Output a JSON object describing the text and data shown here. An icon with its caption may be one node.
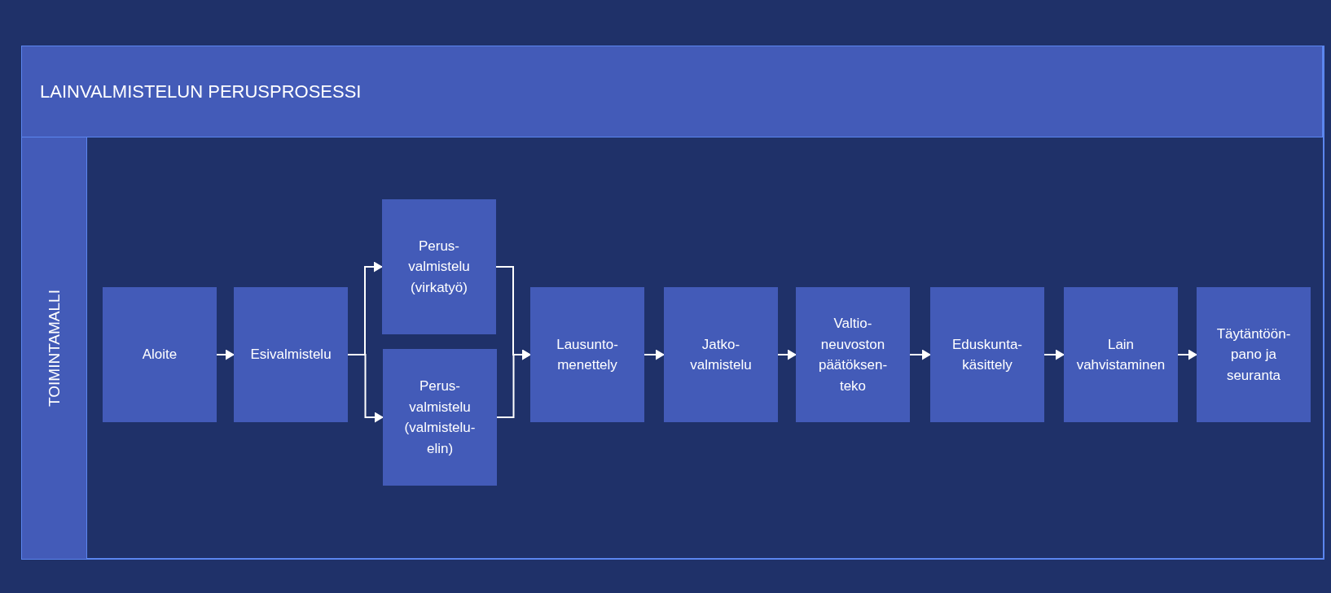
{
  "diagram": {
    "nodes": [
      {
        "text": [
          "LAINVALMISTELUN PERUSPROSESSI"
        ]
      },
      {
        "text": [
          "TOIMINTAMALLI"
        ]
      },
      {
        "text": [
          "Aloite"
        ]
      },
      {
        "text": [
          "Esivalmistelu"
        ]
      },
      {
        "text": [
          "Perus- valmistelu (virkatyö)"
        ]
      },
      {
        "text": [
          "Perus- valmistelu (valmistelu- elin)"
        ]
      },
      {
        "text": [
          "Lausunto- menettely"
        ]
      },
      {
        "text": [
          "Jatko- valmistelu"
        ]
      },
      {
        "text": [
          "Valtio- neuvoston päätöksen- teko"
        ]
      },
      {
        "text": [
          "Eduskunta- käsittely"
        ]
      },
      {
        "text": [
          "Lain vahvistaminen"
        ]
      },
      {
        "text": [
          "Täytäntöön- pano ja seuranta"
        ]
      }
    ],
    "edges": [
      {
        "from": 2,
        "to": 3,
        "arrow": "to"
      },
      {
        "from": 3,
        "to": 4,
        "arrow": "to"
      },
      {
        "from": 3,
        "to": 5,
        "arrow": "to"
      },
      {
        "from": 4,
        "to": 6,
        "arrow": "to"
      },
      {
        "from": 5,
        "to": 6,
        "arrow": "to"
      },
      {
        "from": 6,
        "to": 7,
        "arrow": "to"
      },
      {
        "from": 7,
        "to": 8,
        "arrow": "to"
      },
      {
        "from": 8,
        "to": 9,
        "arrow": "to"
      },
      {
        "from": 9,
        "to": 10,
        "arrow": "to"
      },
      {
        "from": 10,
        "to": 11,
        "arrow": "to"
      }
    ]
  }
}
